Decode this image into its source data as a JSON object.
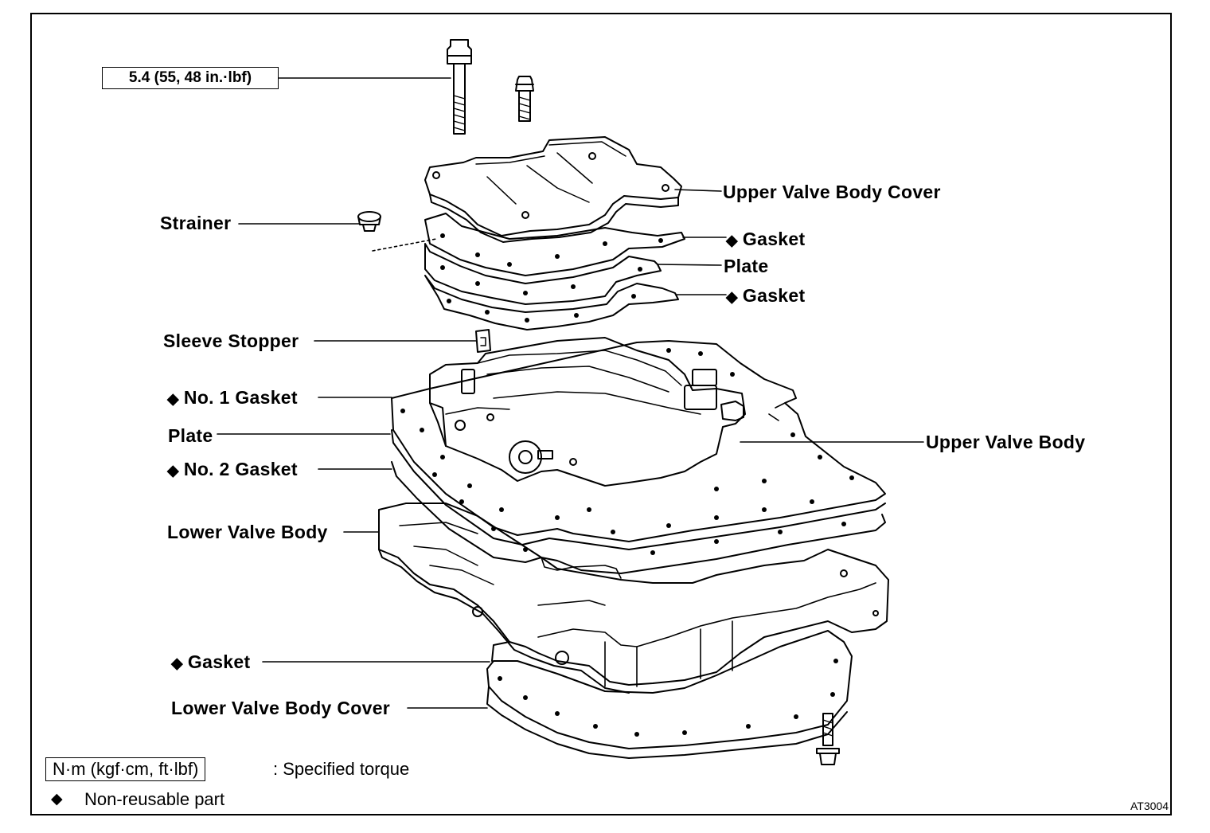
{
  "torque_callout": "5.4 (55, 48 in.·lbf)",
  "labels": {
    "upper_valve_body_cover": "Upper Valve Body Cover",
    "strainer": "Strainer",
    "gasket_top": "Gasket",
    "plate_top": "Plate",
    "gasket_mid": "Gasket",
    "sleeve_stopper": "Sleeve Stopper",
    "no1_gasket": "No. 1 Gasket",
    "plate_left": "Plate",
    "upper_valve_body": "Upper Valve Body",
    "no2_gasket": "No. 2 Gasket",
    "lower_valve_body": "Lower Valve Body",
    "gasket_bottom": "Gasket",
    "lower_valve_body_cover": "Lower Valve Body Cover"
  },
  "non_reusable_symbol": "◆",
  "legend": {
    "torque_unit": "N·m (kgf·cm, ft·lbf)",
    "torque_desc": ":  Specified torque",
    "nonreusable_desc": "Non-reusable part"
  },
  "figure_code": "AT3004"
}
